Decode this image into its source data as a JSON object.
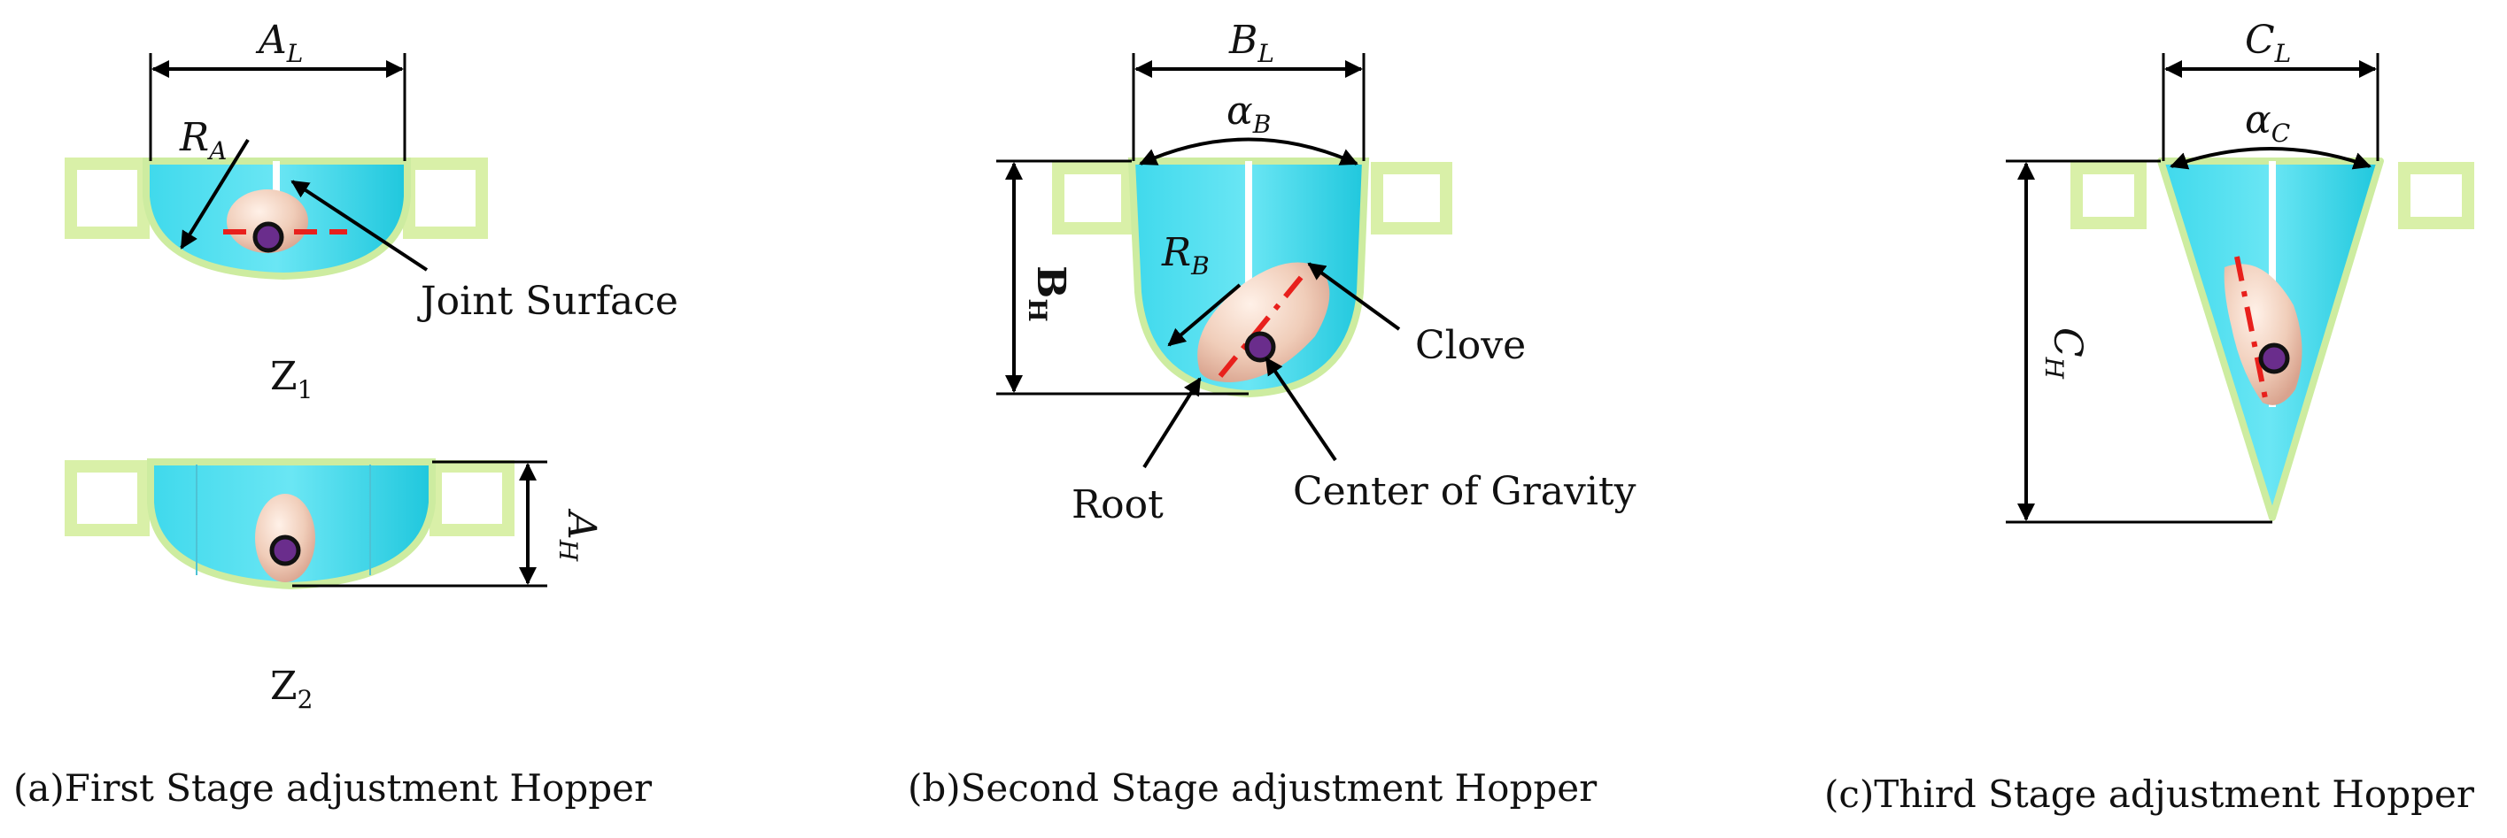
{
  "panel_a": {
    "width_label": "A",
    "width_sub": "L",
    "radius_label": "R",
    "radius_sub": "A",
    "joint_label": "Joint Surface",
    "z1_label": "Z",
    "z1_sub": "1",
    "z2_label": "Z",
    "z2_sub": "2",
    "height_label": "A",
    "height_sub": "H",
    "caption": "(a)First Stage adjustment Hopper"
  },
  "panel_b": {
    "width_label": "B",
    "width_sub": "L",
    "angle_label": "α",
    "angle_sub": "B",
    "height_label": "B",
    "height_sub": "H",
    "radius_label": "R",
    "radius_sub": "B",
    "clove_label": "Clove",
    "root_label": "Root",
    "gravity_label": "Center of Gravity",
    "caption": "(b)Second Stage adjustment Hopper"
  },
  "panel_c": {
    "width_label": "C",
    "width_sub": "L",
    "angle_label": "α",
    "angle_sub": "C",
    "height_label": "C",
    "height_sub": "H",
    "caption": "(c)Third Stage adjustment Hopper"
  },
  "colors": {
    "hopper_fill": "#22d3e6",
    "hopper_rim": "#cdeca0",
    "bracket": "#dff3b4",
    "clove": "#f2d3c4",
    "center_dot": "#6a2d8c",
    "axis_line": "#e8201c"
  }
}
